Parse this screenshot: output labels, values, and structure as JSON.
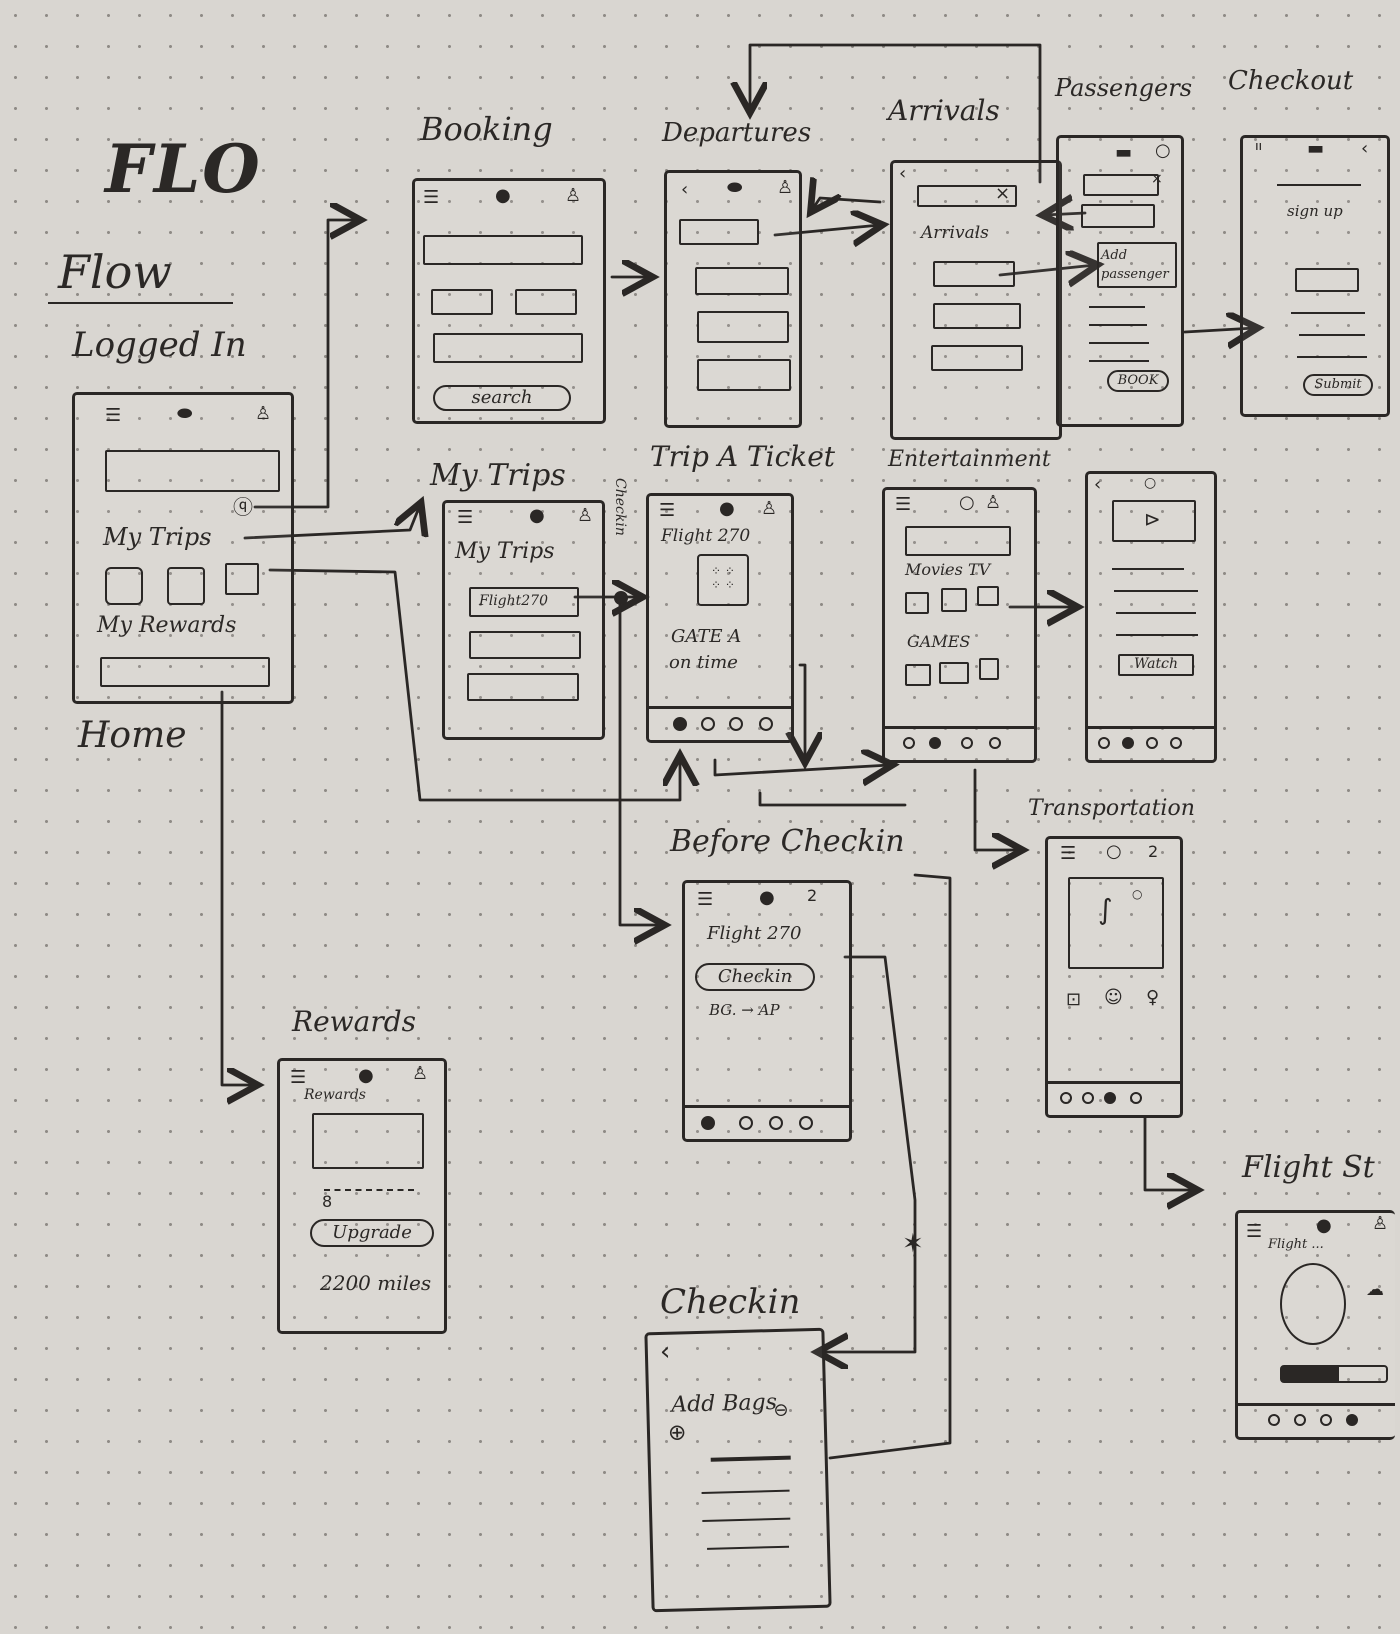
{
  "title": "FLO",
  "subtitle": "Flow",
  "screens": {
    "logged_in": {
      "label": "Logged In",
      "section_trips": "My Trips",
      "section_rewards": "My Rewards",
      "caption": "Home"
    },
    "booking": {
      "label": "Booking",
      "search_button": "search"
    },
    "departures": {
      "label": "Departures"
    },
    "arrivals": {
      "label": "Arrivals",
      "inner_heading": "Arrivals"
    },
    "passengers": {
      "label": "Passengers",
      "add_button": "Add passenger",
      "book_button": "BOOK"
    },
    "checkout": {
      "label": "Checkout",
      "signup": "sign up",
      "submit_button": "Submit"
    },
    "my_trips": {
      "label": "My Trips",
      "heading": "My Trips",
      "item": "Flight270",
      "side_label": "Checkin"
    },
    "trip_ticket": {
      "label": "Trip A Ticket",
      "flight": "Flight 270",
      "gate": "GATE A",
      "status": "on time"
    },
    "entertainment": {
      "label": "Entertainment",
      "row1": "Movies TV",
      "row2": "GAMES"
    },
    "player": {
      "watch_button": "Watch"
    },
    "transportation": {
      "label": "Transportation"
    },
    "before_checkin": {
      "label": "Before Checkin",
      "flight": "Flight 270",
      "checkin_button": "Checkin",
      "route": "BG. → AP"
    },
    "rewards": {
      "label": "Rewards",
      "heading": "Rewards",
      "upgrade_button": "Upgrade",
      "miles": "2200 miles"
    },
    "checkin": {
      "label": "Checkin",
      "add_bags": "Add Bags"
    },
    "flight_status": {
      "label": "Flight St",
      "flight_line": "Flight ..."
    }
  },
  "icons": [
    "menu-icon",
    "globe-icon",
    "bell-icon",
    "back-icon",
    "close-icon",
    "play-icon",
    "plus-icon",
    "minus-icon",
    "star-icon"
  ]
}
